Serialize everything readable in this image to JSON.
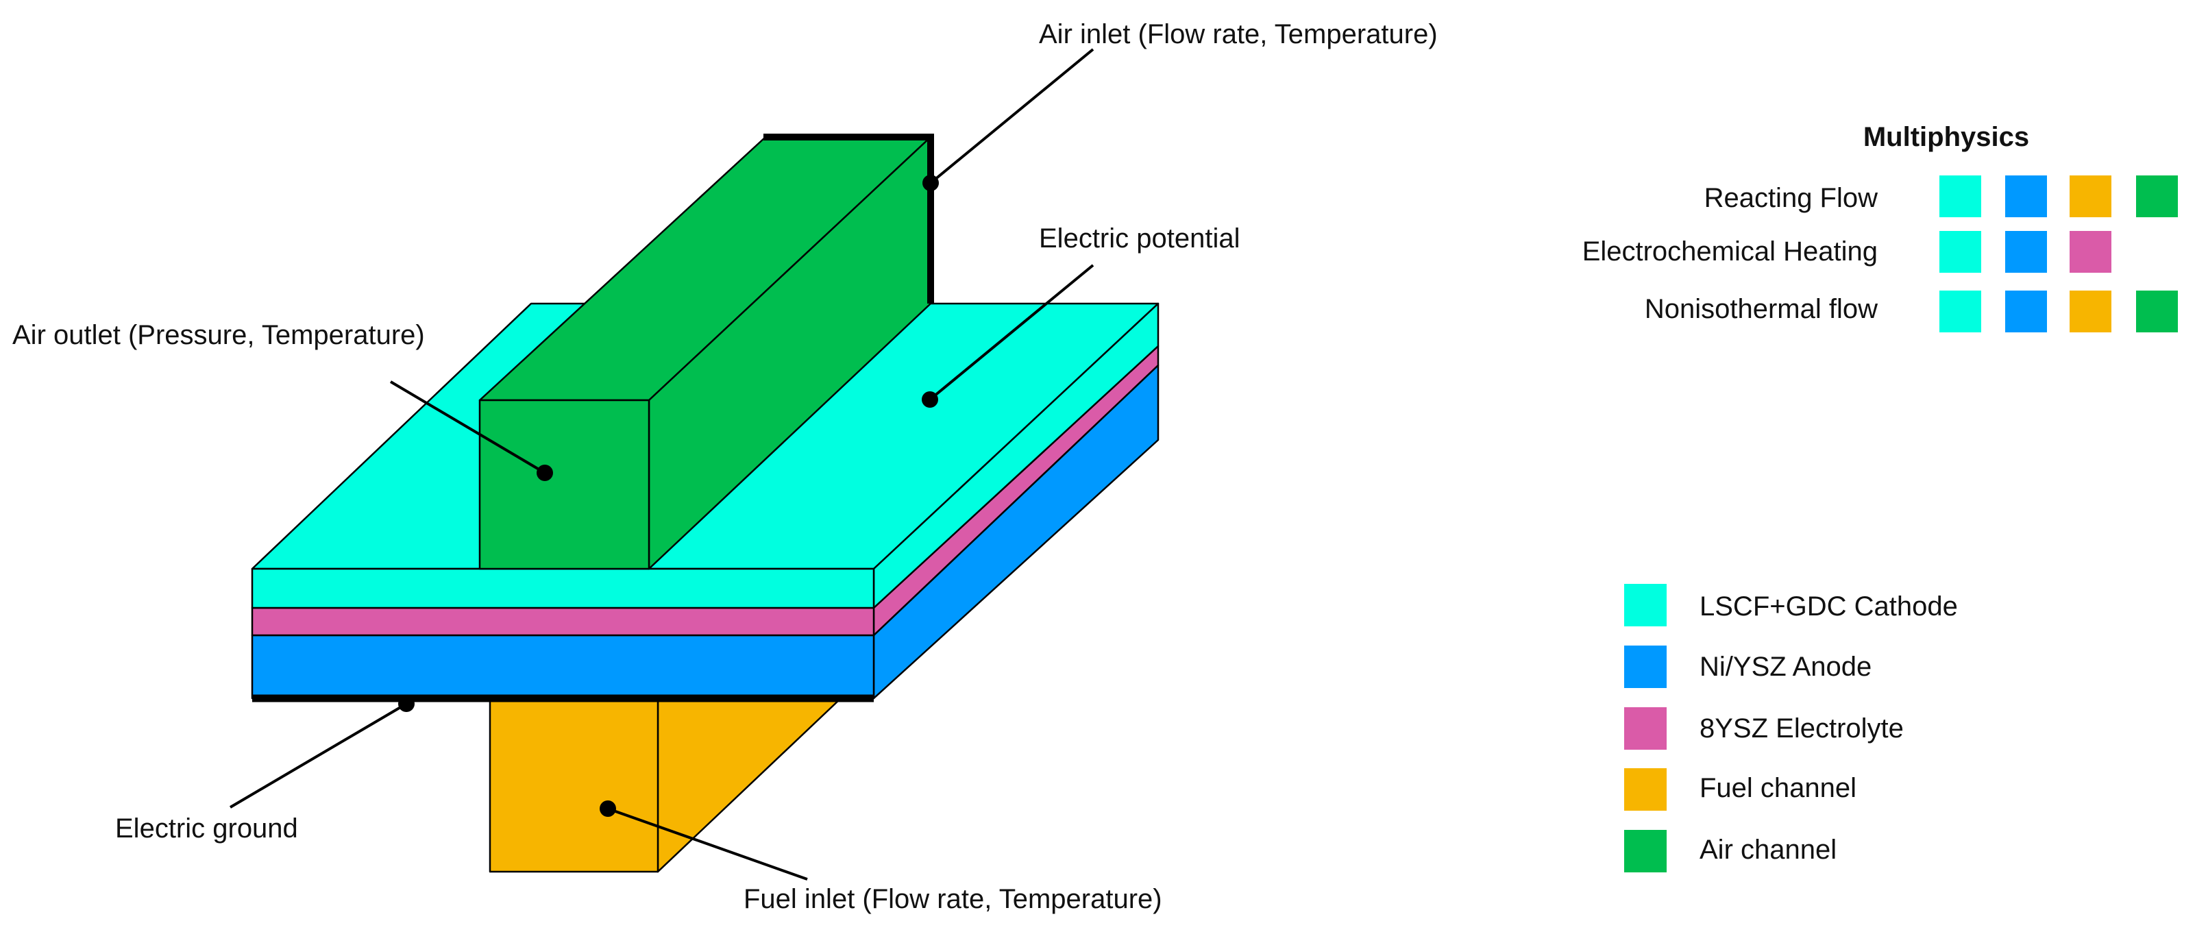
{
  "colors": {
    "cathode": "#00FFE0",
    "anode": "#0099FF",
    "electrolyte": "#DA5BA8",
    "fuel": "#F7B500",
    "air": "#00BE4F"
  },
  "callouts": {
    "air_inlet": "Air inlet (Flow rate, Temperature)",
    "electric_potential": "Electric potential",
    "air_outlet": "Air outlet (Pressure, Temperature)",
    "electric_ground": "Electric ground",
    "fuel_inlet": "Fuel inlet (Flow rate, Temperature)"
  },
  "multiphysics": {
    "title": "Multiphysics",
    "rows": [
      {
        "label": "Reacting Flow",
        "swatches": [
          "cathode",
          "anode",
          "fuel",
          "air"
        ]
      },
      {
        "label": "Electrochemical Heating",
        "swatches": [
          "cathode",
          "anode",
          "electrolyte"
        ]
      },
      {
        "label": "Nonisothermal flow",
        "swatches": [
          "cathode",
          "anode",
          "fuel",
          "air"
        ]
      }
    ]
  },
  "legend": [
    {
      "key": "cathode",
      "label": "LSCF+GDC Cathode"
    },
    {
      "key": "anode",
      "label": "Ni/YSZ Anode"
    },
    {
      "key": "electrolyte",
      "label": "8YSZ Electrolyte"
    },
    {
      "key": "fuel",
      "label": "Fuel channel"
    },
    {
      "key": "air",
      "label": "Air channel"
    }
  ]
}
